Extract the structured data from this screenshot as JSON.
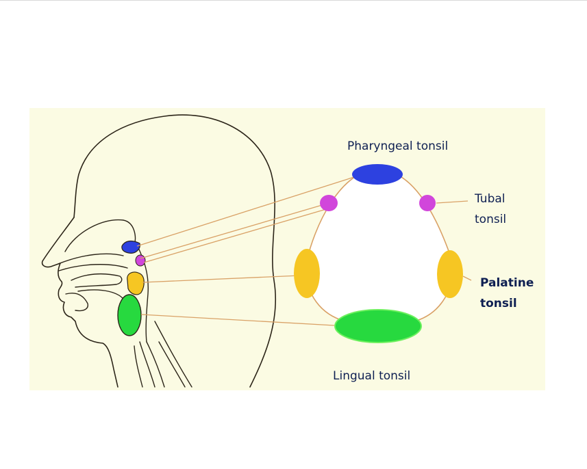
{
  "labels": {
    "pharyngeal": "Pharyngeal tonsil",
    "tubal": "Tubal\ntonsil",
    "palatine": "Palatine\ntonsil",
    "lingual": "Lingual tonsil"
  },
  "colors": {
    "background": "#fbfbe3",
    "outline": "#2b2418",
    "pharyngeal": "#2d41e0",
    "tubal": "#d146db",
    "palatine": "#f6c623",
    "lingual": "#27d93f",
    "leader_lines": "#d9a166",
    "text": "#0e1f52"
  }
}
